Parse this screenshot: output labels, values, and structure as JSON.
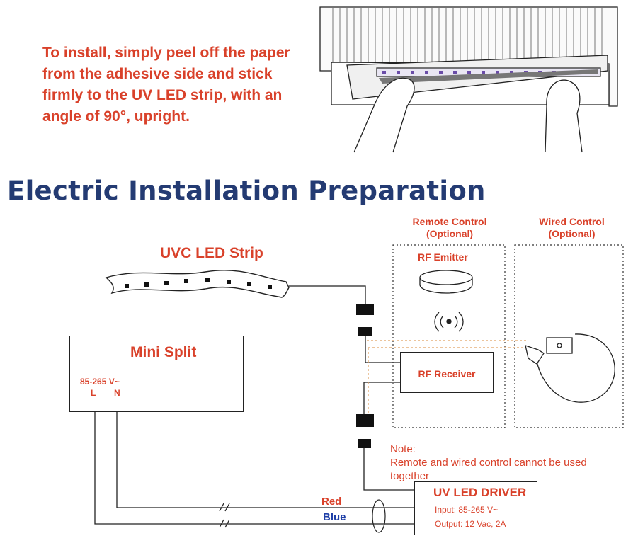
{
  "instruction": "To install, simply peel off the paper from the adhesive side and stick firmly to the UV LED strip, with an angle of 90°, upright.",
  "section_title": "Electric Installation Preparation",
  "diagram": {
    "strip_label": "UVC LED Strip",
    "remote_control": {
      "title": "Remote Control",
      "subtitle": "(Optional)",
      "emitter": "RF Emitter"
    },
    "wired_control": {
      "title": "Wired Control",
      "subtitle": "(Optional)"
    },
    "mini_split": {
      "title": "Mini Split",
      "voltage": "85-265 V~",
      "l": "L",
      "n": "N"
    },
    "rf_receiver": "RF Receiver",
    "note": {
      "heading": "Note:",
      "text": "Remote and wired control cannot be used together"
    },
    "driver": {
      "title": "UV LED DRIVER",
      "input": "Input: 85-265 V~",
      "output": "Output: 12 Vac, 2A"
    },
    "wires": {
      "red": "Red",
      "blue": "Blue"
    }
  },
  "colors": {
    "accent_red": "#d9412a",
    "title_blue": "#243b73",
    "blue_label": "#1f3fa7",
    "dotted_orange": "#e0a060"
  }
}
